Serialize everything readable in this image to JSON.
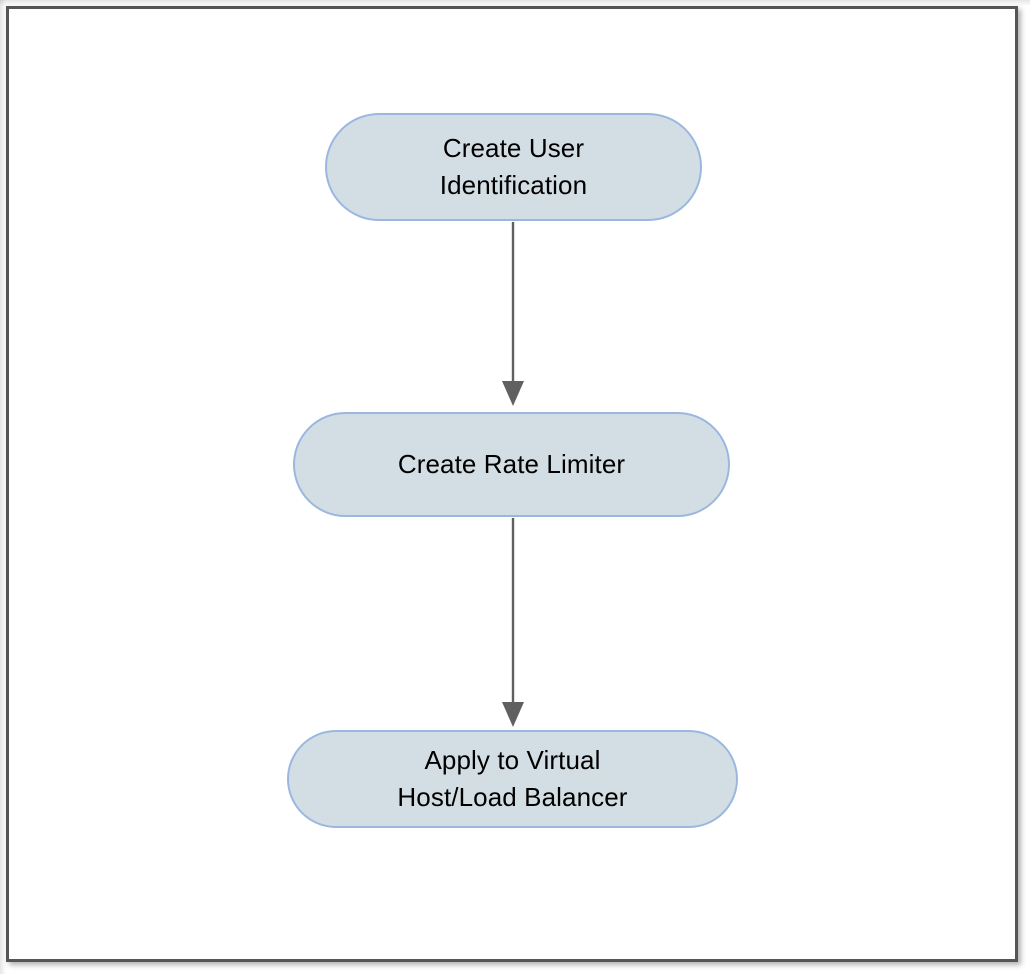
{
  "diagram": {
    "type": "flowchart",
    "orientation": "vertical-top-to-bottom",
    "frame": {
      "border_color": "#555555",
      "background_color": "#ffffff"
    },
    "node_style": {
      "fill_color": "#d3dee4",
      "border_color": "#9bb7e0",
      "text_color": "#000000",
      "shape": "stadium"
    },
    "connector_style": {
      "line_color": "#606060",
      "arrowhead_color": "#606060"
    },
    "nodes": [
      {
        "id": "create-user-identification",
        "label": "Create User\nIdentification",
        "order": 1
      },
      {
        "id": "create-rate-limiter",
        "label": "Create Rate Limiter",
        "order": 2
      },
      {
        "id": "apply-to-virtual-host-load-balancer",
        "label": "Apply to Virtual\nHost/Load Balancer",
        "order": 3
      }
    ],
    "edges": [
      {
        "id": "edge-1",
        "from": "create-user-identification",
        "to": "create-rate-limiter",
        "label": "",
        "arrow": "down"
      },
      {
        "id": "edge-2",
        "from": "create-rate-limiter",
        "to": "apply-to-virtual-host-load-balancer",
        "label": "",
        "arrow": "down"
      }
    ]
  }
}
